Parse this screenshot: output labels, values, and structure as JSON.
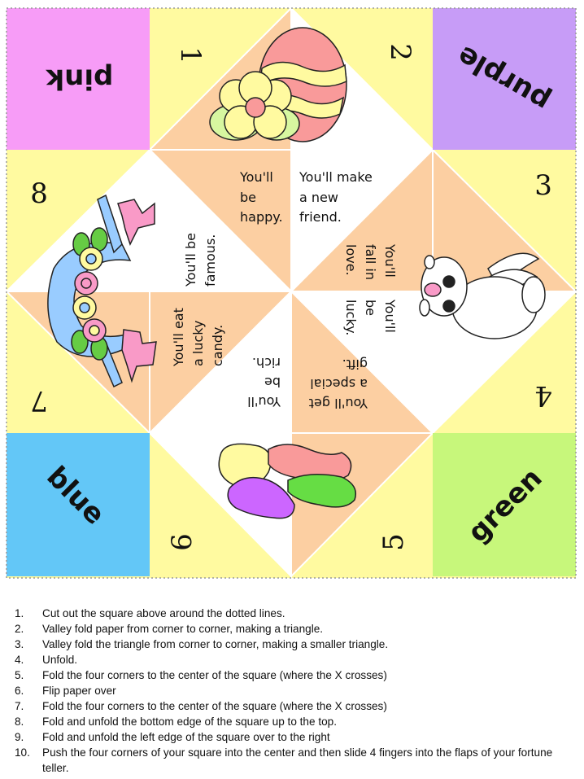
{
  "teller": {
    "corners": {
      "top_left": {
        "label": "pink",
        "color": "#f79cf7"
      },
      "top_right": {
        "label": "purple",
        "color": "#c79cf7"
      },
      "bottom_left": {
        "label": "blue",
        "color": "#63c7f7"
      },
      "bottom_right": {
        "label": "green",
        "color": "#c7f77b"
      }
    },
    "numbers": [
      "1",
      "2",
      "3",
      "4",
      "5",
      "6",
      "7",
      "8"
    ],
    "fortunes": {
      "happy": [
        "You'll",
        "be",
        "happy."
      ],
      "friend": [
        "You'll make",
        "a new",
        "friend."
      ],
      "love": [
        "You'll",
        "fall in",
        "love."
      ],
      "lucky": [
        "You'll",
        "be",
        "lucky."
      ],
      "gift": [
        "You'll get",
        "a special",
        "gift."
      ],
      "rich": [
        "You'll",
        "be",
        "rich."
      ],
      "candy": [
        "You'll eat",
        "a lucky",
        "candy."
      ],
      "famous": [
        "You'll be",
        "famous."
      ]
    },
    "colors": {
      "yellow": "#fffaa0",
      "peach": "#fccfa2",
      "white": "#ffffff",
      "border": "#999999"
    },
    "icons": [
      "easter-egg-icon",
      "bunny-icon",
      "jellybeans-icon",
      "flower-basket-icon"
    ]
  },
  "instructions": [
    {
      "n": "1.",
      "text": "Cut out the square above around the dotted lines."
    },
    {
      "n": "2.",
      "text": "Valley fold paper from corner to corner, making a triangle."
    },
    {
      "n": "3.",
      "text": "Valley fold the triangle from corner to corner, making a smaller triangle."
    },
    {
      "n": "4.",
      "text": "Unfold."
    },
    {
      "n": "5.",
      "text": "Fold the four corners to the center of the square (where the X crosses)"
    },
    {
      "n": "6.",
      "text": "Flip paper over"
    },
    {
      "n": "7.",
      "text": "Fold the four corners to the center of the square (where the X crosses)"
    },
    {
      "n": "8.",
      "text": "Fold and unfold the bottom edge of the square up to the top."
    },
    {
      "n": "9.",
      "text": "Fold and unfold the left edge of the square over to the right"
    },
    {
      "n": "10.",
      "text": "Push the four corners of your square into the center and then slide 4 fingers into the flaps of your fortune teller."
    }
  ]
}
